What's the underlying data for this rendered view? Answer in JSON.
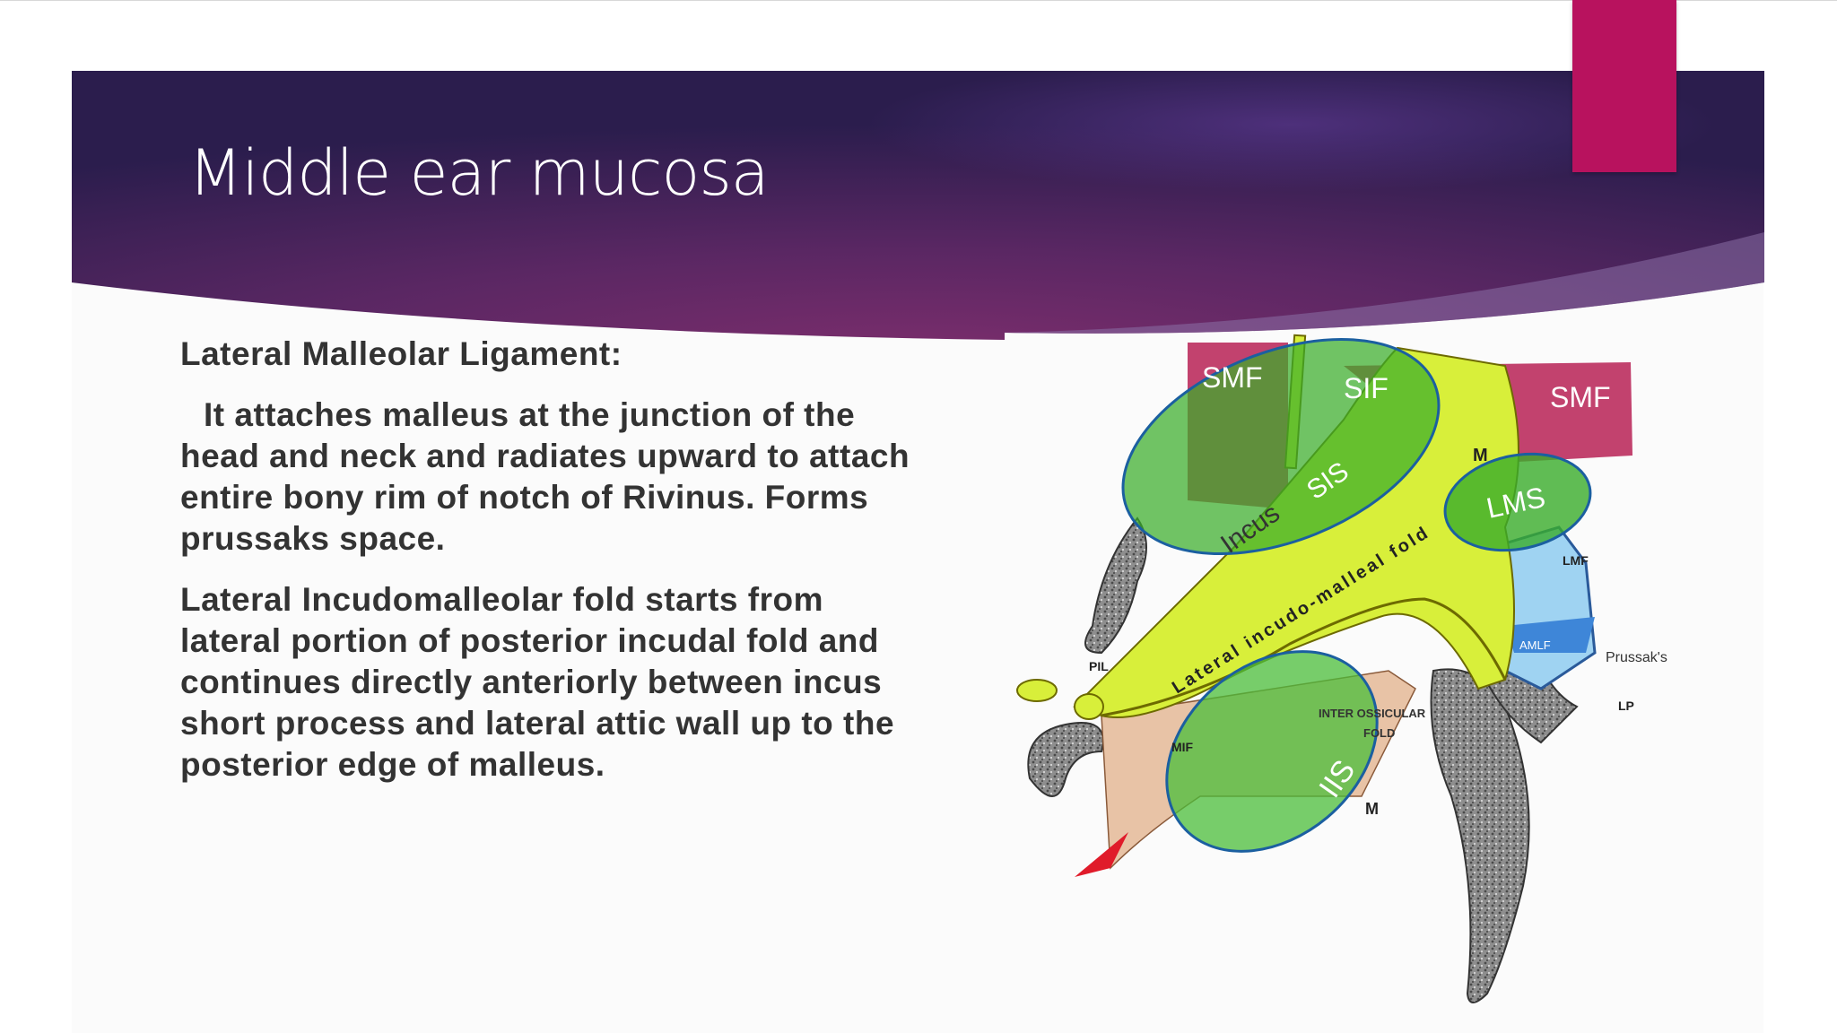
{
  "slide": {
    "title": "Middle ear mucosa",
    "paragraphs": {
      "heading": "Lateral Malleolar Ligament:",
      "p1": "It attaches malleus at the junction of the head and neck and radiates upward to attach entire bony rim of notch of Rivinus. Forms prussaks space.",
      "p2": "Lateral Incudomalleolar fold starts from lateral portion of posterior incudal fold and continues directly anteriorly between incus short process and lateral attic wall up to the posterior edge of malleus."
    }
  },
  "colors": {
    "banner_dark": "#2d1d4f",
    "banner_mid": "#6e2a66",
    "accent": "#b8125e",
    "text": "#333333"
  },
  "diagram": {
    "labels": {
      "smf_left": "SMF",
      "sif": "SIF",
      "smf_right": "SMF",
      "sis": "SIS",
      "incus": "Incus",
      "m_top": "M",
      "lms": "LMS",
      "lateral_fold": "Lateral incudo-malleal fold",
      "lmf": "LMF",
      "pil": "PIL",
      "amlf": "AMLF",
      "prussaks": "Prussak's",
      "lp": "LP",
      "mif": "MIF",
      "inter_ossicular_1": "INTER OSSICULAR",
      "inter_ossicular_2": "FOLD",
      "iis": "IIS",
      "m_bottom": "M"
    }
  }
}
